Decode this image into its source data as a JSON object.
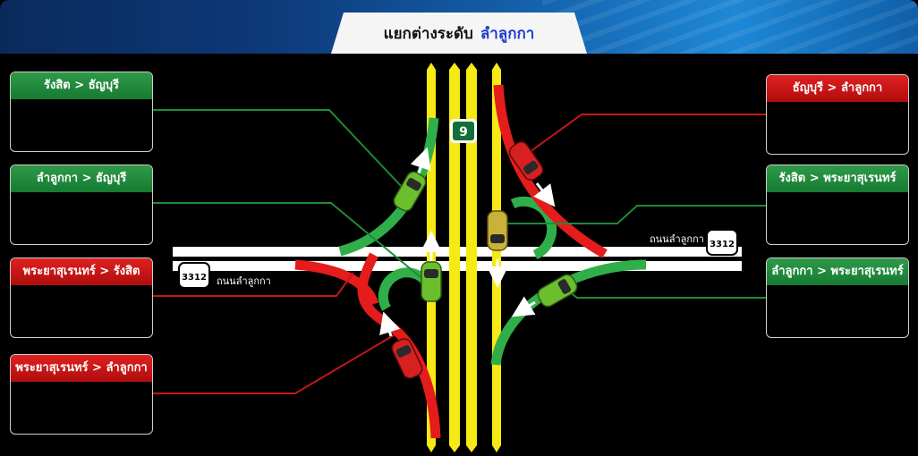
{
  "header": {
    "title_prefix": "แยกต่างระดับ",
    "title_highlight": "ลำลูกกา"
  },
  "route_boxes": {
    "left": [
      {
        "label": "รังสิต > ธัญบุรี",
        "color": "green"
      },
      {
        "label": "ลำลูกกา > ธัญบุรี",
        "color": "green"
      },
      {
        "label": "พระยาสุเรนทร์ > รังสิต",
        "color": "red"
      },
      {
        "label": "พระยาสุเรนทร์ > ลำลูกกา",
        "color": "red"
      }
    ],
    "right": [
      {
        "label": "ธัญบุรี > ลำลูกกา",
        "color": "red"
      },
      {
        "label": "รังสิต > พระยาสุเรนทร์",
        "color": "green"
      },
      {
        "label": "ลำลูกกา > พระยาสุเรนทร์",
        "color": "green"
      }
    ]
  },
  "map": {
    "highway_shield": "9",
    "road_shield": "3312",
    "road_name": "ถนนลำลูกกา"
  },
  "colors": {
    "green_route": "#2fae4a",
    "red_route": "#e41c1c",
    "highway": "#f5ea14",
    "road": "#ffffff"
  }
}
